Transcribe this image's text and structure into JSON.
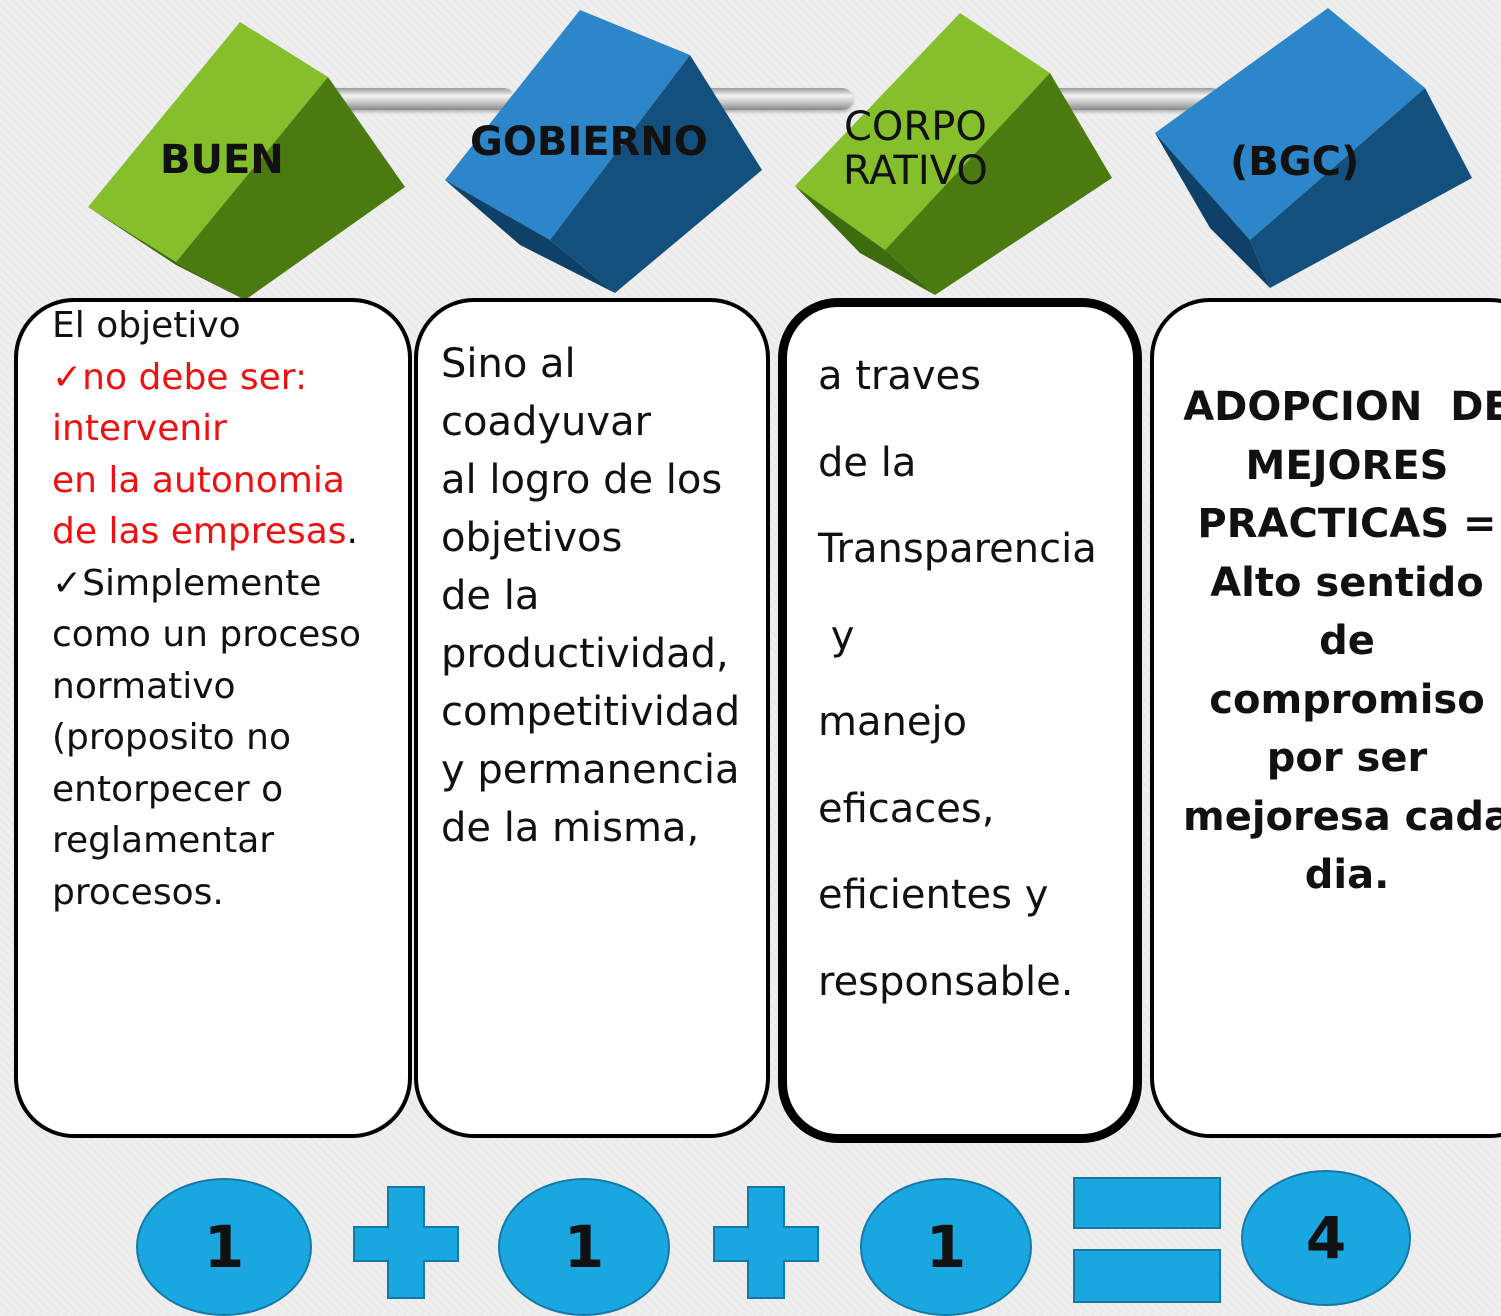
{
  "cubes": [
    {
      "label": "BUEN",
      "color": "green"
    },
    {
      "label": "GOBIERNO",
      "color": "blue"
    },
    {
      "label_line1": "CORPO",
      "label_line2": "RATIVO",
      "color": "green"
    },
    {
      "label": "(BGC)",
      "color": "blue"
    }
  ],
  "panels": {
    "p1": {
      "line1": "El objetivo",
      "line2": "✓no debe ser:",
      "line3": "intervenir",
      "line4": "en la autonomia",
      "line5a": "de las empresas",
      "line5b": ".",
      "line6": "✓Simplemente",
      "line7": "como un proceso",
      "line8": "normativo",
      "line9": "(proposito no",
      "line10": "entorpecer o",
      "line11": "reglamentar",
      "line12": "procesos."
    },
    "p2": {
      "lines": [
        "Sino al",
        "coadyuvar",
        "al logro de los",
        "objetivos",
        "de la",
        "productividad,",
        "competitividad",
        "y permanencia",
        "de la misma,"
      ]
    },
    "p3": {
      "lines": [
        "a traves",
        "de la",
        "Transparencia",
        " y",
        "manejo",
        "eficaces,",
        "eficientes y",
        "responsable."
      ]
    },
    "p4": {
      "lines": [
        "ADOPCION  DE",
        "MEJORES",
        "PRACTICAS =",
        "Alto sentido",
        "de",
        "compromiso",
        "por ser",
        "mejoresa cada",
        "dia."
      ]
    }
  },
  "equation": {
    "term1": "1",
    "term2": "1",
    "term3": "1",
    "result": "4"
  },
  "colors": {
    "green": "#6fa51d",
    "blue": "#1f6fae",
    "oval": "#1aa7e0",
    "red": "#ee1111"
  }
}
